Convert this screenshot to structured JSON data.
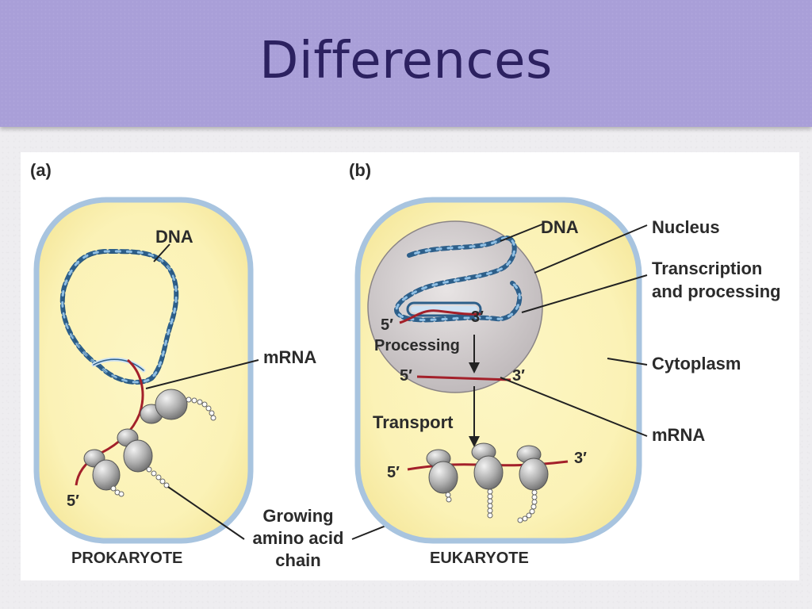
{
  "slide": {
    "title": "Differences"
  },
  "figure": {
    "panel_a": {
      "tag": "(a)",
      "caption": "PROKARYOTE",
      "dna_label": "DNA",
      "mrna_label": "mRNA",
      "five_prime": "5′"
    },
    "panel_b": {
      "tag": "(b)",
      "caption": "EUKARYOTE",
      "dna_label": "DNA",
      "nucleus_label": "Nucleus",
      "transcription_line1": "Transcription",
      "transcription_line2": "and processing",
      "cytoplasm_label": "Cytoplasm",
      "mrna_label": "mRNA",
      "processing_label": "Processing",
      "transport_label": "Transport",
      "five_prime": "5′",
      "three_prime": "3′"
    },
    "shared": {
      "growing_line1": "Growing",
      "growing_line2": "amino acid",
      "growing_line3": "chain"
    }
  },
  "colors": {
    "title_band": "#a99fd8",
    "title_text": "#2c2160",
    "cell_fill": "#fbf3b8",
    "cell_border": "#a8c4df",
    "nucleus_fill": "#d7d2d3",
    "dna_strand": "#2d5f8a",
    "mrna": "#a3202a",
    "ribosome": "#a6a6a6"
  }
}
